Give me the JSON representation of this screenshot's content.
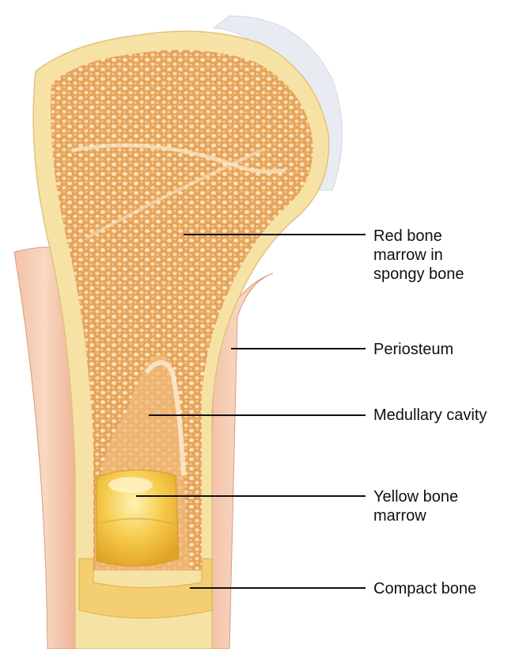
{
  "labels": {
    "red_marrow": "Red bone\nmarrow in\nspongy bone",
    "periosteum": "Periosteum",
    "medullary_cavity": "Medullary cavity",
    "yellow_marrow": "Yellow bone\nmarrow",
    "compact_bone": "Compact bone"
  },
  "colors": {
    "periosteum": "#f1c2a8",
    "compact_bone": "#f7e0a0",
    "spongy_bone": "#e8a55c",
    "spongy_pores": "#fbe6c2",
    "yellow_marrow": "#f3c23c",
    "cartilage": "#e9ecf3",
    "leader_line": "#111111"
  }
}
